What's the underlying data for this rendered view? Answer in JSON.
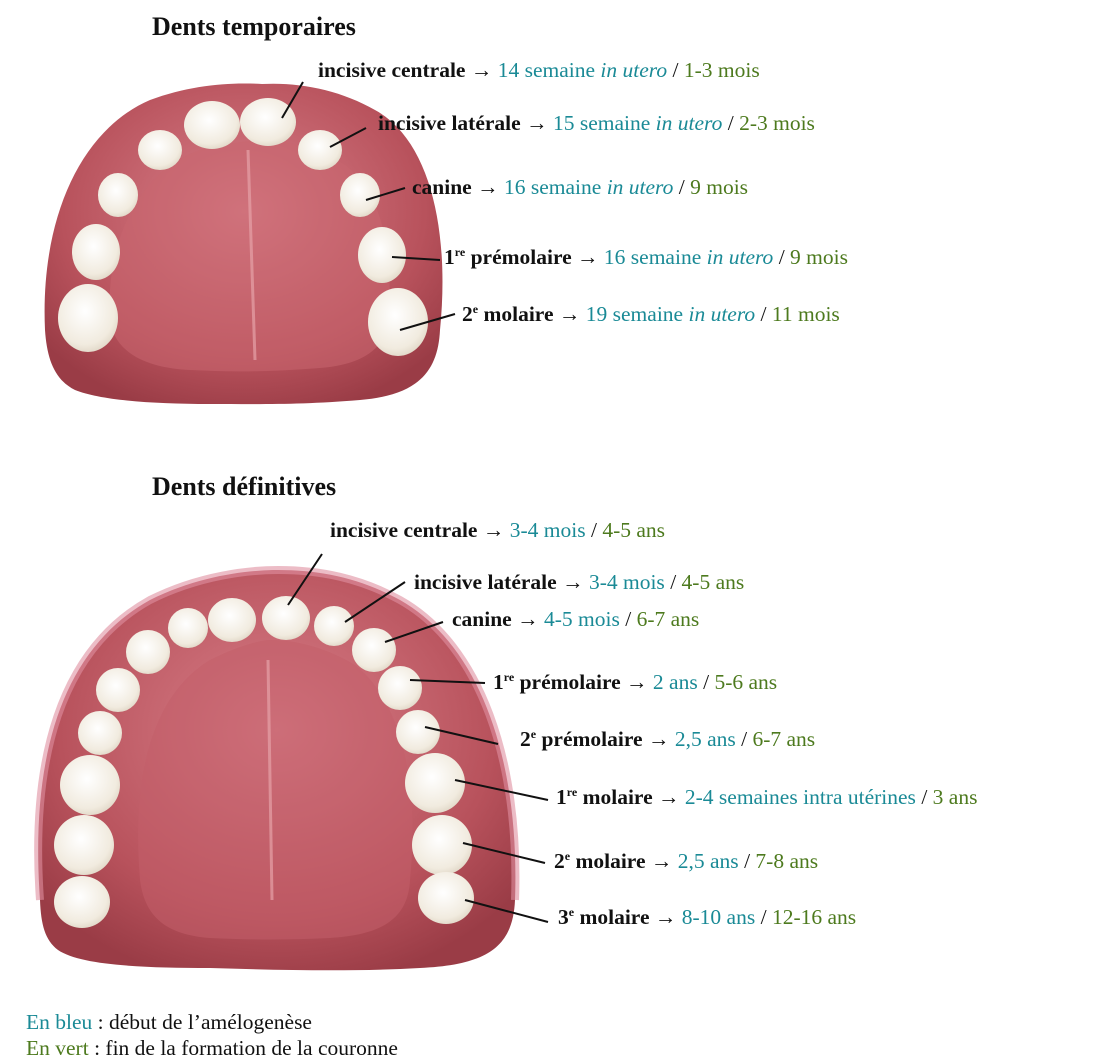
{
  "colors": {
    "blue": "#1a8a96",
    "green": "#4d7a1e",
    "gum": "#b5505a",
    "tooth": "#f4efe4"
  },
  "temporaires": {
    "title": "Dents temporaires",
    "rows": [
      {
        "name": "incisive centrale",
        "sup": "",
        "start": "14 semaine",
        "start_it": "in utero",
        "end": "1-3 mois"
      },
      {
        "name": "incisive latérale",
        "sup": "",
        "start": "15 semaine",
        "start_it": "in utero",
        "end": "2-3 mois"
      },
      {
        "name": "canine",
        "sup": "",
        "start": "16 semaine",
        "start_it": "in utero",
        "end": "9 mois"
      },
      {
        "name": "prémolaire",
        "sup": "re",
        "num": "1",
        "start": "16 semaine",
        "start_it": "in utero",
        "end": "9 mois"
      },
      {
        "name": "molaire",
        "sup": "e",
        "num": "2",
        "start": "19 semaine",
        "start_it": "in utero",
        "end": "11 mois"
      }
    ]
  },
  "definitives": {
    "title": "Dents définitives",
    "rows": [
      {
        "name": "incisive centrale",
        "start": "3-4 mois",
        "end": "4-5 ans"
      },
      {
        "name": "incisive latérale",
        "start": "3-4 mois",
        "end": "4-5 ans"
      },
      {
        "name": "canine",
        "start": "4-5 mois",
        "end": "6-7 ans"
      },
      {
        "num": "1",
        "sup": "re",
        "name": "prémolaire",
        "start": "2 ans",
        "end": "5-6 ans"
      },
      {
        "num": "2",
        "sup": "e",
        "name": "prémolaire",
        "start": "2,5 ans",
        "end": "6-7 ans"
      },
      {
        "num": "1",
        "sup": "re",
        "name": "molaire",
        "start": "2-4 semaines intra utérines",
        "end": "3 ans"
      },
      {
        "num": "2",
        "sup": "e",
        "name": "molaire",
        "start": "2,5 ans",
        "end": "7-8 ans"
      },
      {
        "num": "3",
        "sup": "e",
        "name": "molaire",
        "start": "8-10 ans",
        "end": "12-16 ans"
      }
    ]
  },
  "symbols": {
    "arrow": "→",
    "slash": "/"
  },
  "legend": {
    "blue_key": "En bleu",
    "blue_text": " : début de l’amélogenèse",
    "green_key": "En vert",
    "green_text": " : fin de la formation de la couronne"
  }
}
